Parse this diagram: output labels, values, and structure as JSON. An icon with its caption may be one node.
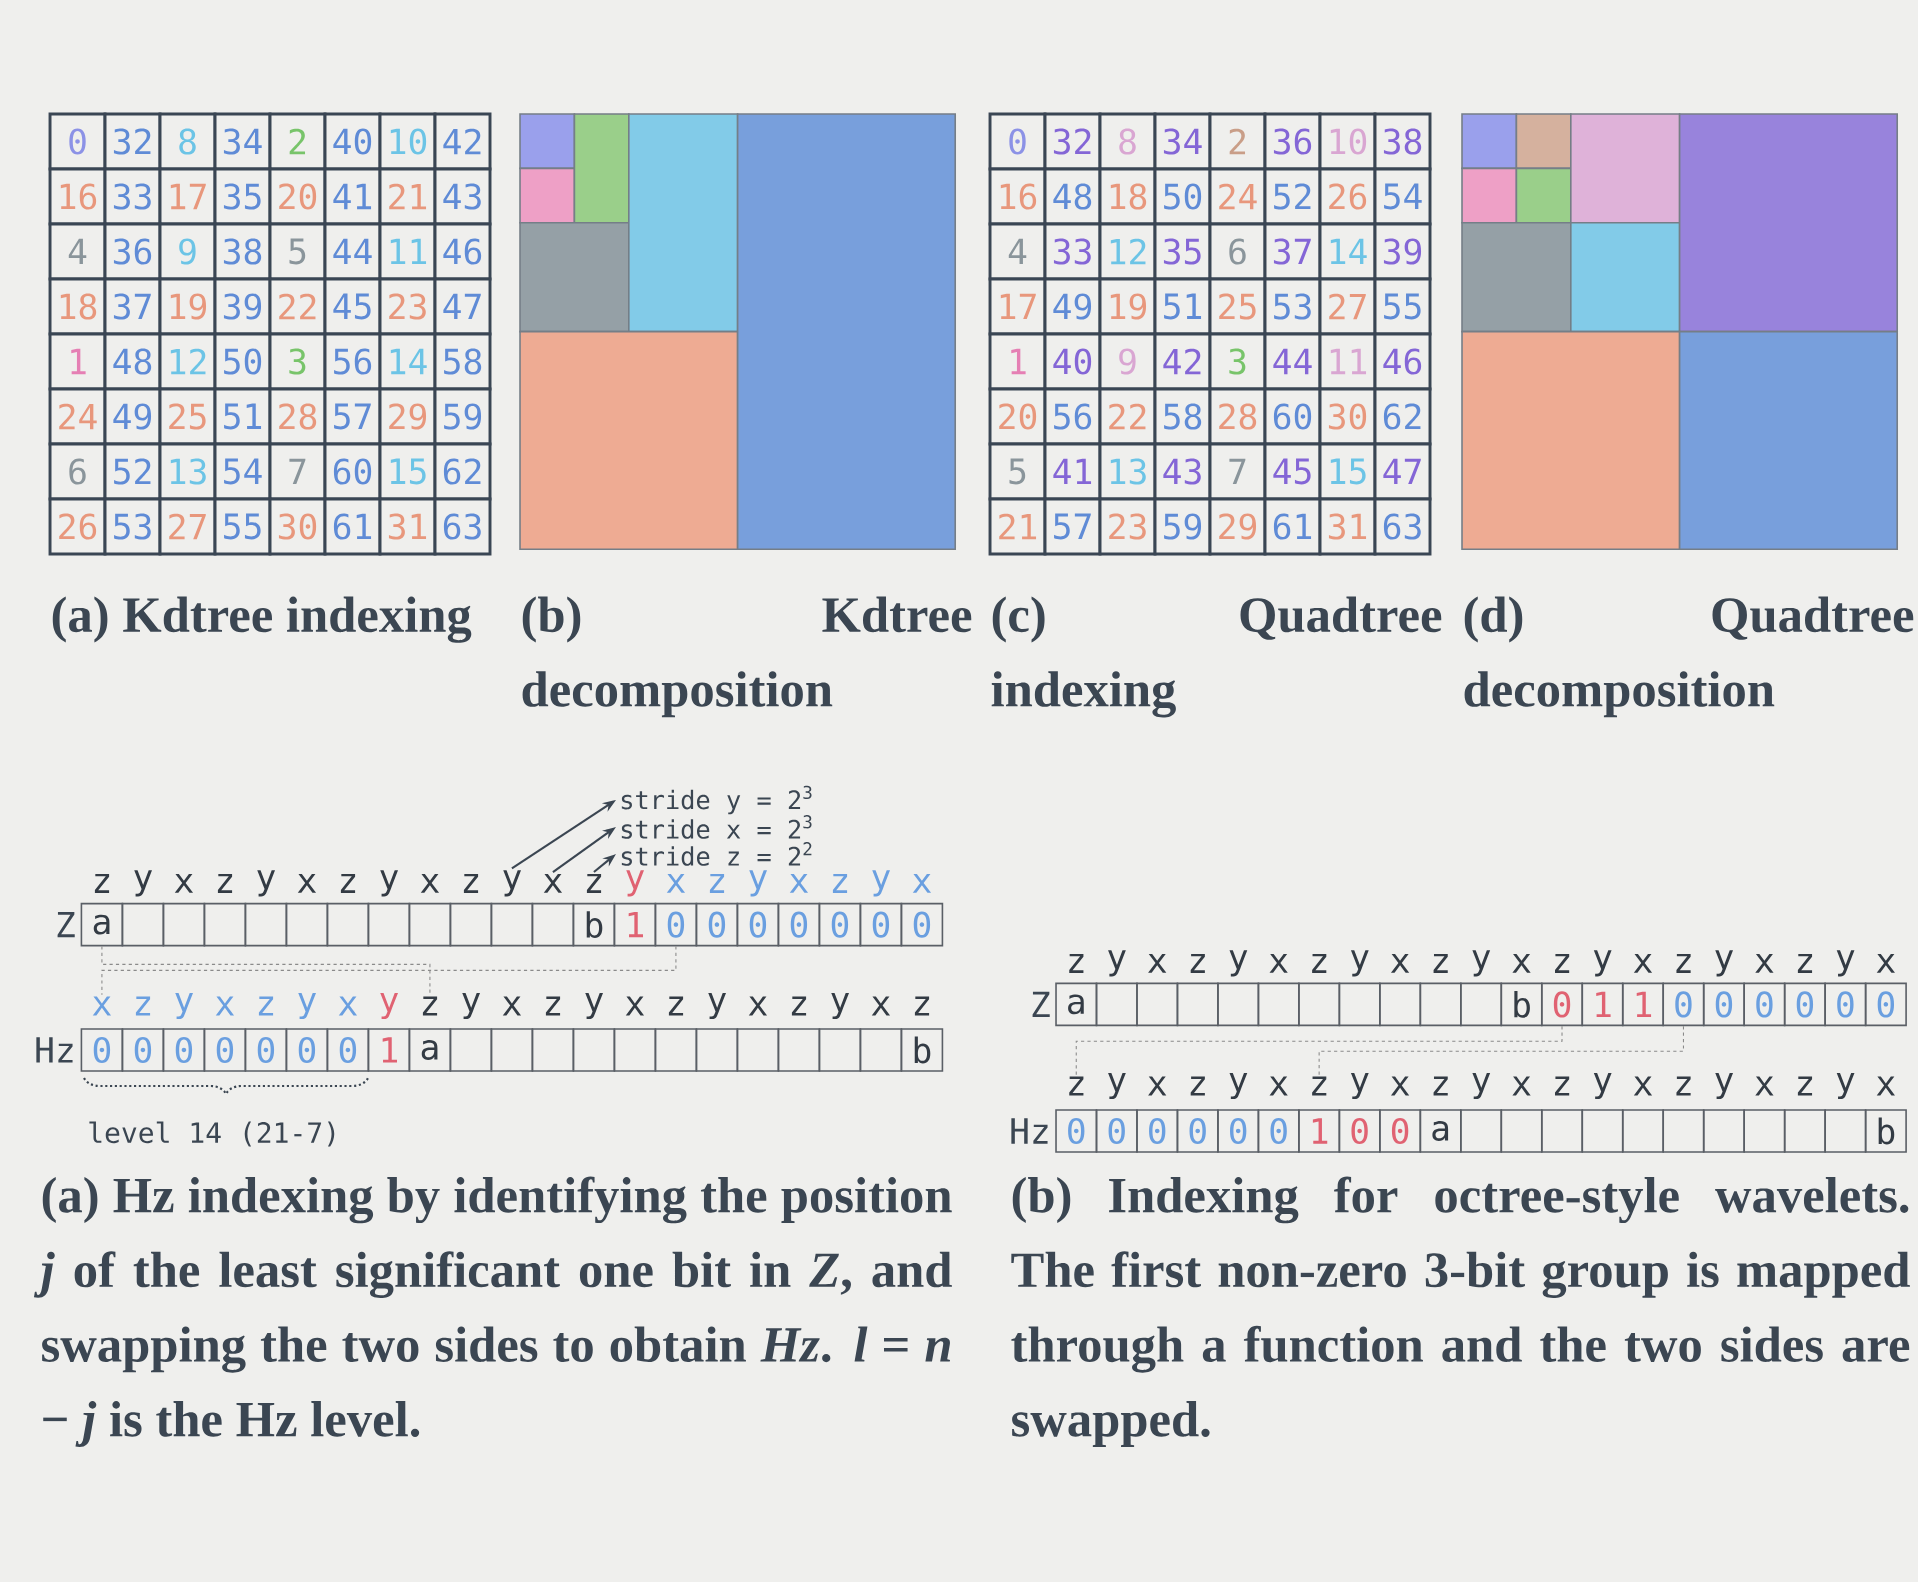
{
  "diagram": {
    "nodes": [
      {
        "text": [
          "z",
          "a"
        ]
      },
      {
        "text": [
          "y"
        ]
      },
      {
        "text": [
          "x"
        ]
      },
      {
        "text": [
          "z"
        ]
      },
      {
        "text": [
          "y"
        ]
      },
      {
        "text": [
          "x"
        ]
      },
      {
        "text": [
          "z"
        ]
      },
      {
        "text": [
          "y"
        ]
      },
      {
        "text": [
          "x"
        ]
      },
      {
        "text": [
          "z"
        ]
      },
      {
        "text": [
          "y"
        ]
      },
      {
        "text": [
          "x"
        ]
      },
      {
        "text": [
          "z",
          "b"
        ]
      },
      {
        "text": [
          "y",
          "1"
        ]
      },
      {
        "text": [
          "x",
          "0"
        ]
      },
      {
        "text": [
          "z",
          "0"
        ]
      },
      {
        "text": [
          "y",
          "0"
        ]
      },
      {
        "text": [
          "x",
          "0"
        ]
      },
      {
        "text": [
          "z",
          "0"
        ]
      },
      {
        "text": [
          "y",
          "0"
        ]
      },
      {
        "text": [
          "x",
          "0"
        ]
      },
      {
        "text": [
          "x",
          "0"
        ]
      },
      {
        "text": [
          "z",
          "0"
        ]
      },
      {
        "text": [
          "y",
          "0"
        ]
      },
      {
        "text": [
          "x",
          "0"
        ]
      },
      {
        "text": [
          "z",
          "0"
        ]
      },
      {
        "text": [
          "y",
          "0"
        ]
      },
      {
        "text": [
          "x",
          "0"
        ]
      },
      {
        "text": [
          "y",
          "1"
        ]
      },
      {
        "text": [
          "z",
          "a"
        ]
      },
      {
        "text": [
          "y"
        ]
      },
      {
        "text": [
          "x"
        ]
      },
      {
        "text": [
          "z"
        ]
      },
      {
        "text": [
          "y"
        ]
      },
      {
        "text": [
          "x"
        ]
      },
      {
        "text": [
          "z"
        ]
      },
      {
        "text": [
          "y"
        ]
      },
      {
        "text": [
          "x"
        ]
      },
      {
        "text": [
          "z"
        ]
      },
      {
        "text": [
          "y"
        ]
      },
      {
        "text": [
          "x"
        ]
      },
      {
        "text": [
          "z",
          "b"
        ]
      },
      {
        "text": [
          "stride y = 2$^{3}$"
        ]
      },
      {
        "text": [
          "stride x = 2$^{3}$"
        ]
      },
      {
        "text": [
          "stride z = 2$^{2}$"
        ]
      },
      {
        "text": [
          "z",
          "a"
        ]
      },
      {
        "text": [
          "y"
        ]
      },
      {
        "text": [
          "x"
        ]
      },
      {
        "text": [
          "z"
        ]
      },
      {
        "text": [
          "y"
        ]
      },
      {
        "text": [
          "x"
        ]
      },
      {
        "text": [
          "z"
        ]
      },
      {
        "text": [
          "y"
        ]
      },
      {
        "text": [
          "x"
        ]
      },
      {
        "text": [
          "z"
        ]
      },
      {
        "text": [
          "y"
        ]
      },
      {
        "text": [
          "x",
          "b"
        ]
      },
      {
        "text": [
          "z",
          "0"
        ]
      },
      {
        "text": [
          "y",
          "1"
        ]
      },
      {
        "text": [
          "x",
          "1"
        ]
      },
      {
        "text": [
          "z",
          "0"
        ]
      },
      {
        "text": [
          "y",
          "0"
        ]
      },
      {
        "text": [
          "x",
          "0"
        ]
      },
      {
        "text": [
          "z",
          "0"
        ]
      },
      {
        "text": [
          "y",
          "0"
        ]
      },
      {
        "text": [
          "x",
          "0"
        ]
      },
      {
        "text": [
          "z",
          "0"
        ]
      },
      {
        "text": [
          "y",
          "0"
        ]
      },
      {
        "text": [
          "x",
          "0"
        ]
      },
      {
        "text": [
          "z",
          "0"
        ]
      },
      {
        "text": [
          "y",
          "0"
        ]
      },
      {
        "text": [
          "x",
          "0"
        ]
      },
      {
        "text": [
          "z",
          "1"
        ]
      },
      {
        "text": [
          "y",
          "0"
        ]
      },
      {
        "text": [
          "x",
          "0"
        ]
      },
      {
        "text": [
          "z",
          "a"
        ]
      },
      {
        "text": [
          "y"
        ]
      },
      {
        "text": [
          "x"
        ]
      },
      {
        "text": [
          "z"
        ]
      },
      {
        "text": [
          "y"
        ]
      },
      {
        "text": [
          "x"
        ]
      },
      {
        "text": [
          "z"
        ]
      },
      {
        "text": [
          "y"
        ]
      },
      {
        "text": [
          "x"
        ]
      },
      {
        "text": [
          "z"
        ]
      },
      {
        "text": [
          "y"
        ]
      },
      {
        "text": [
          "x",
          "b"
        ]
      }
    ],
    "edges": [
      {
        "from": 0,
        "to": 29,
        "arrow": "none",
        "style": "dashed",
        "color": "#8a8a8a"
      },
      {
        "from": 14,
        "to": 21,
        "arrow": "none",
        "style": "dashed",
        "color": "#8a8a8a"
      },
      {
        "from": 10,
        "to": 42,
        "arrow": "to"
      },
      {
        "from": 11,
        "to": 43,
        "arrow": "to"
      },
      {
        "from": 12,
        "to": 44,
        "arrow": "to"
      },
      {
        "from": 57,
        "to": 66,
        "arrow": "none",
        "style": "dashed",
        "color": "#8a8a8a"
      },
      {
        "from": 60,
        "to": 72,
        "arrow": "none",
        "style": "dashed",
        "color": "#8a8a8a"
      }
    ],
    "labels": [
      "0",
      "32",
      "8",
      "34",
      "2",
      "40",
      "10",
      "42",
      "16",
      "33",
      "17",
      "35",
      "20",
      "41",
      "21",
      "43",
      "4",
      "36",
      "9",
      "38",
      "5",
      "44",
      "11",
      "46",
      "18",
      "37",
      "19",
      "39",
      "22",
      "45",
      "23",
      "47",
      "1",
      "48",
      "12",
      "50",
      "3",
      "56",
      "14",
      "58",
      "24",
      "49",
      "25",
      "51",
      "28",
      "57",
      "29",
      "59",
      "6",
      "52",
      "13",
      "54",
      "7",
      "60",
      "15",
      "62",
      "26",
      "53",
      "27",
      "55",
      "30",
      "61",
      "31",
      "63",
      "0",
      "32",
      "8",
      "34",
      "2",
      "36",
      "10",
      "38",
      "16",
      "48",
      "18",
      "50",
      "24",
      "52",
      "26",
      "54",
      "4",
      "33",
      "12",
      "35",
      "6",
      "37",
      "14",
      "39",
      "17",
      "49",
      "19",
      "51",
      "25",
      "53",
      "27",
      "55",
      "1",
      "40",
      "9",
      "42",
      "3",
      "44",
      "11",
      "46",
      "20",
      "56",
      "22",
      "58",
      "28",
      "60",
      "30",
      "62",
      "5",
      "41",
      "13",
      "43",
      "7",
      "45",
      "15",
      "47",
      "21",
      "57",
      "23",
      "59",
      "29",
      "61",
      "31",
      "63",
      "(a) Kdtree indexing",
      "(b) Kdtree decomposition",
      "(c) Quadtree indexing",
      "(d) Quadtree decomposition",
      "Z",
      "Hz",
      "level 14 (21-7)",
      "Z",
      "Hz",
      "(a) Hz indexing by identifying the position *j* of the least significant one bit in *Z*, and swapping the two sides to obtain *Hz*. *l* = *n* − *j* is the Hz level.",
      "(b) Indexing for octree-style wavelets. The first non-zero 3-bit group is mapped through a function and the two sides are swapped."
    ]
  }
}
